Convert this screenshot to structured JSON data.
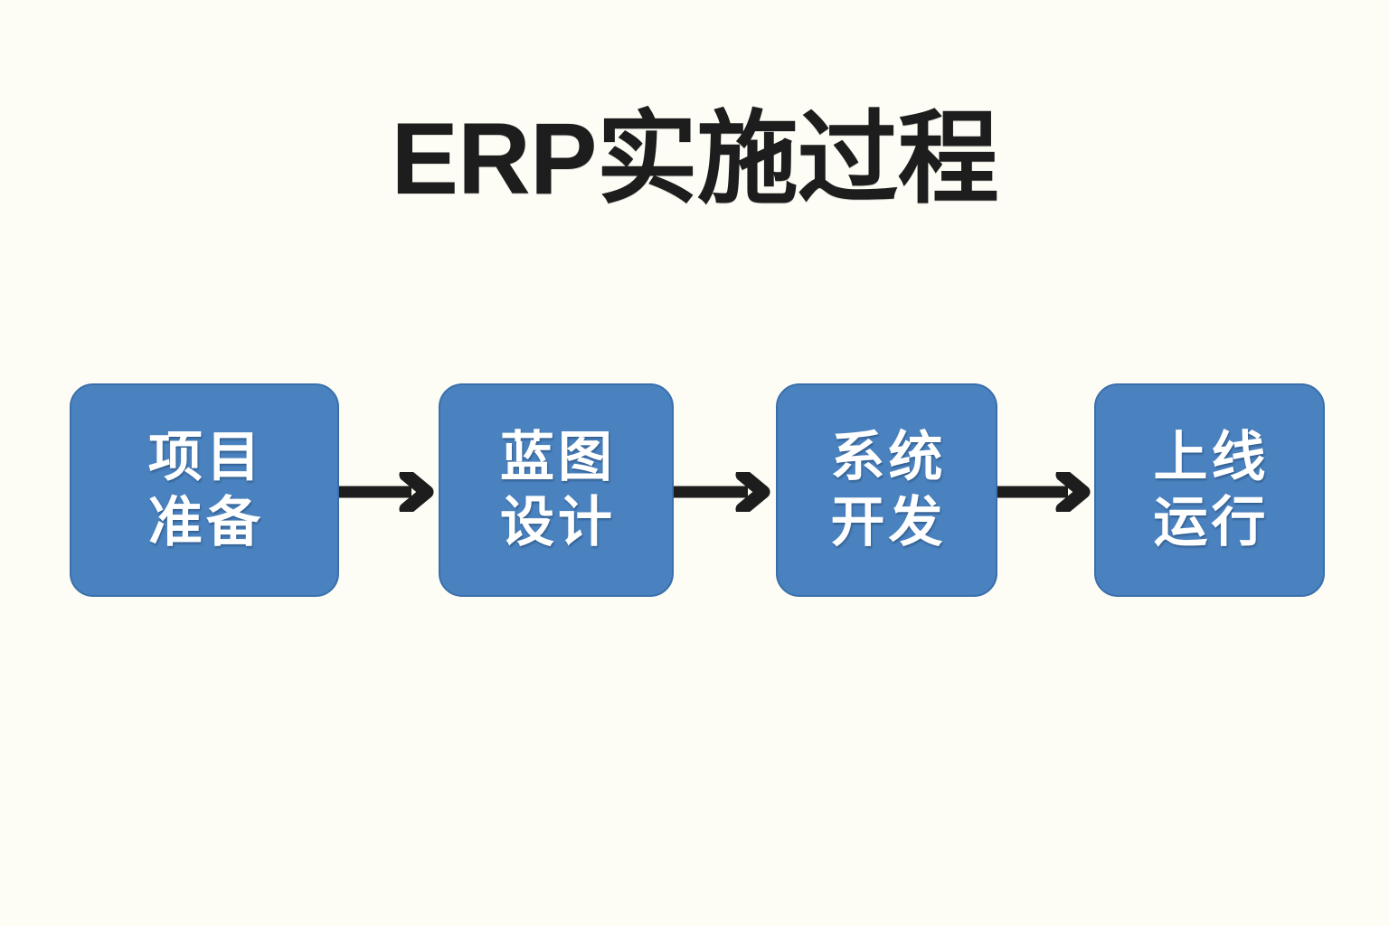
{
  "page": {
    "background_color": "#fdfdf6",
    "title": "ERP实施过程",
    "title_color": "#1d1d1d"
  },
  "theme": {
    "node_fill": "#4a82c0",
    "node_border": "#3a6fab",
    "node_text_color": "#ffffff",
    "arrow_color": "#1d1d1d"
  },
  "flow": {
    "orientation": "horizontal",
    "nodes": [
      {
        "id": "project-preparation",
        "label": "项目准备",
        "line1": "项目",
        "line2": "准备"
      },
      {
        "id": "blueprint-design",
        "label": "蓝图设计",
        "line1": "蓝图",
        "line2": "设计"
      },
      {
        "id": "system-development",
        "label": "系统开发",
        "line1": "系统",
        "line2": "开发"
      },
      {
        "id": "golive-operation",
        "label": "上线运行",
        "line1": "上线",
        "line2": "运行"
      }
    ],
    "connectors": [
      {
        "id": "connector-1",
        "from": "项目准备",
        "to": "蓝图设计",
        "icon": "arrow-right-icon"
      },
      {
        "id": "connector-2",
        "from": "蓝图设计",
        "to": "系统开发",
        "icon": "arrow-right-icon"
      },
      {
        "id": "connector-3",
        "from": "系统开发",
        "to": "上线运行",
        "icon": "arrow-right-icon"
      }
    ]
  }
}
